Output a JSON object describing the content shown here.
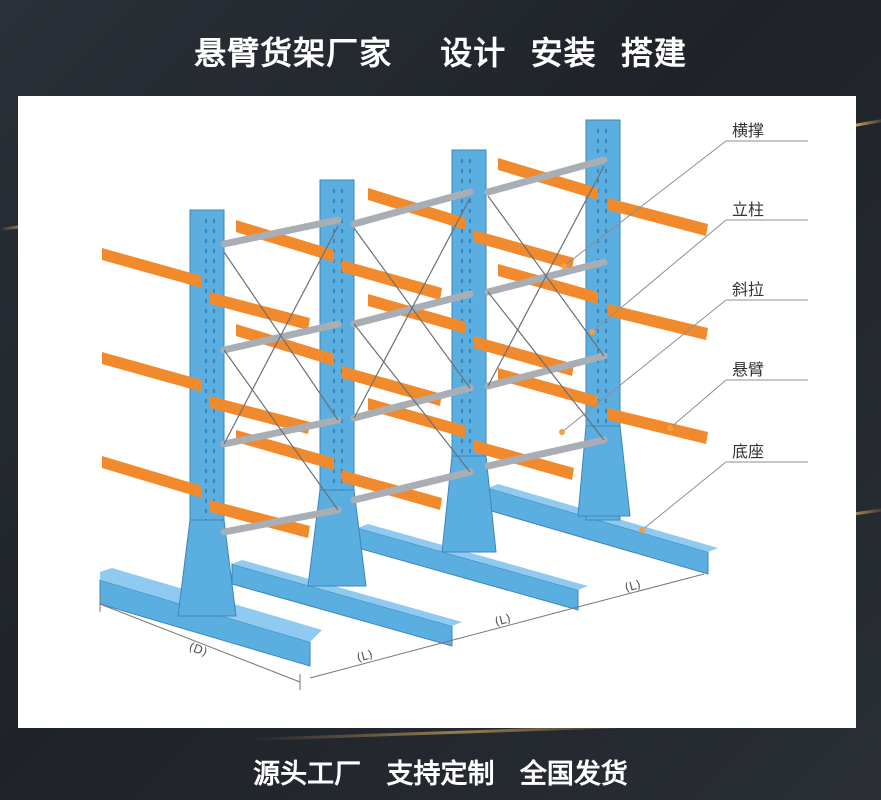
{
  "header": {
    "title": "悬臂货架厂家",
    "services": "设计  安装  搭建"
  },
  "labels": {
    "brace": "横撑",
    "column": "立柱",
    "diagonal": "斜拉",
    "arm": "悬臂",
    "base": "底座"
  },
  "dimensions": {
    "depth": "(D)",
    "length1": "(L)",
    "length2": "(L)",
    "length3": "(L)"
  },
  "footer": {
    "slogan1": "源头工厂",
    "slogan2": "支持定制",
    "slogan3": "全国发货"
  },
  "colors": {
    "column": "#5aaee0",
    "arm": "#f08a2c",
    "brace": "#b8bcc2",
    "background": "#23272e"
  }
}
